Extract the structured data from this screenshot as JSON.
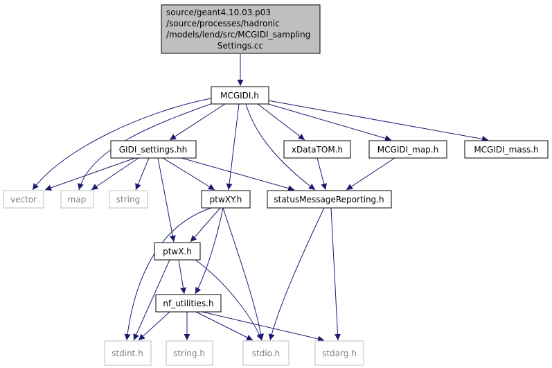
{
  "colors": {
    "edge": "#191970",
    "root_fill": "#bfbfbf",
    "root_border": "#000000",
    "local_border": "#000000",
    "system_border": "#bfbfbf",
    "system_text": "#7f7f7f"
  },
  "nodes": {
    "root": {
      "lines": [
        "source/geant4.10.03.p03",
        "/source/processes/hadronic",
        "/models/lend/src/MCGIDI_sampling",
        "Settings.cc"
      ]
    },
    "mcgidi_h": {
      "label": "MCGIDI.h"
    },
    "gidi_settings_hh": {
      "label": "GIDI_settings.hh"
    },
    "xdatatom_h": {
      "label": "xDataTOM.h"
    },
    "mcgidi_map_h": {
      "label": "MCGIDI_map.h"
    },
    "mcgidi_mass_h": {
      "label": "MCGIDI_mass.h"
    },
    "vector": {
      "label": "vector"
    },
    "map": {
      "label": "map"
    },
    "string": {
      "label": "string"
    },
    "ptwxy_h": {
      "label": "ptwXY.h"
    },
    "statusmessagereporting_h": {
      "label": "statusMessageReporting.h"
    },
    "ptwx_h": {
      "label": "ptwX.h"
    },
    "nf_utilities_h": {
      "label": "nf_utilities.h"
    },
    "stdint_h": {
      "label": "stdint.h"
    },
    "string_h": {
      "label": "string.h"
    },
    "stdio_h": {
      "label": "stdio.h"
    },
    "stdarg_h": {
      "label": "stdarg.h"
    }
  }
}
